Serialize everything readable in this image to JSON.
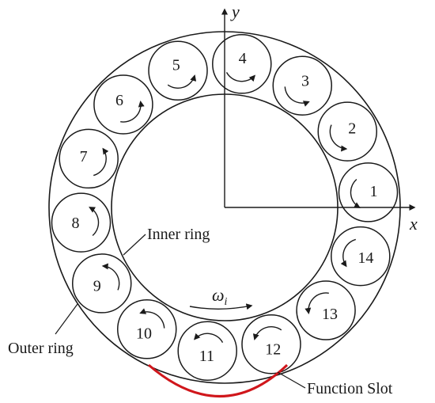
{
  "axes": {
    "x_label": "x",
    "y_label": "y"
  },
  "labels": {
    "inner_ring": "Inner ring",
    "outer_ring": "Outer ring",
    "function_slot": "Function Slot",
    "omega_base": "ω",
    "omega_sub": "i"
  },
  "balls": [
    "1",
    "2",
    "3",
    "4",
    "5",
    "6",
    "7",
    "8",
    "9",
    "10",
    "11",
    "12",
    "13",
    "14"
  ],
  "colors": {
    "line": "#1a1a1a",
    "slot": "#d0161b"
  }
}
